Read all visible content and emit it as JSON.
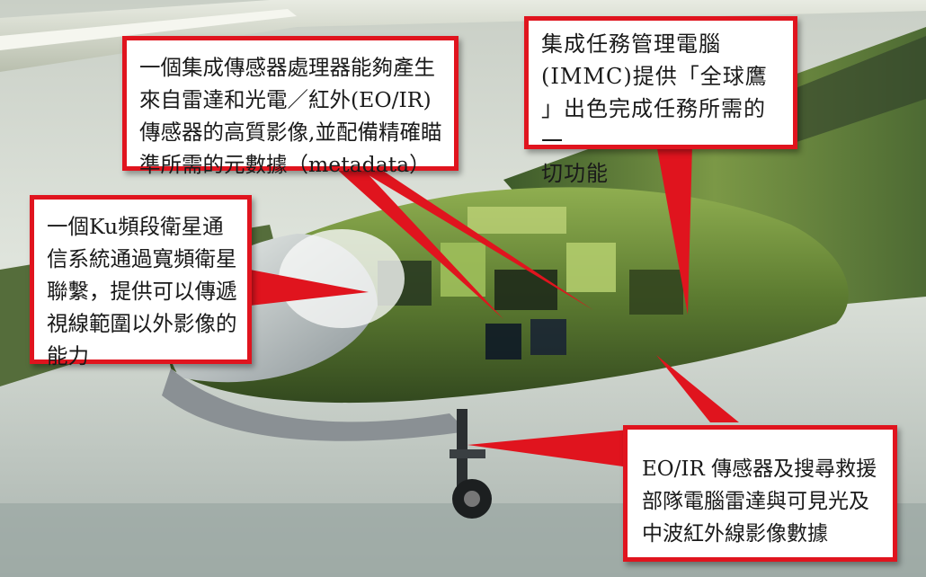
{
  "callouts": {
    "sensor_processor": "一個集成傳感器處理器能夠產生\n來自雷達和光電／紅外(EO/IR)\n傳感器的高質影像,並配備精確瞄\n準所需的元數據（metadata）",
    "immc": "集成任務管理電腦\n(IMMC)提供「全球鷹\n」出色完成任務所需的一\n切功能",
    "ku_band": "一個Ku頻段衛星通\n信系統通過寬頻衛星\n聯繫，提供可以傳遞\n視線範圍以外影像的\n能力",
    "eo_ir": "EO/IR 傳感器及搜尋救援\n部隊電腦雷達與可見光及\n中波紅外線影像數據"
  },
  "colors": {
    "callout_border": "#e0141e",
    "pointer": "#e0141e",
    "fuselage_green": "#6f8f3a",
    "background": "#dfe3dc"
  }
}
